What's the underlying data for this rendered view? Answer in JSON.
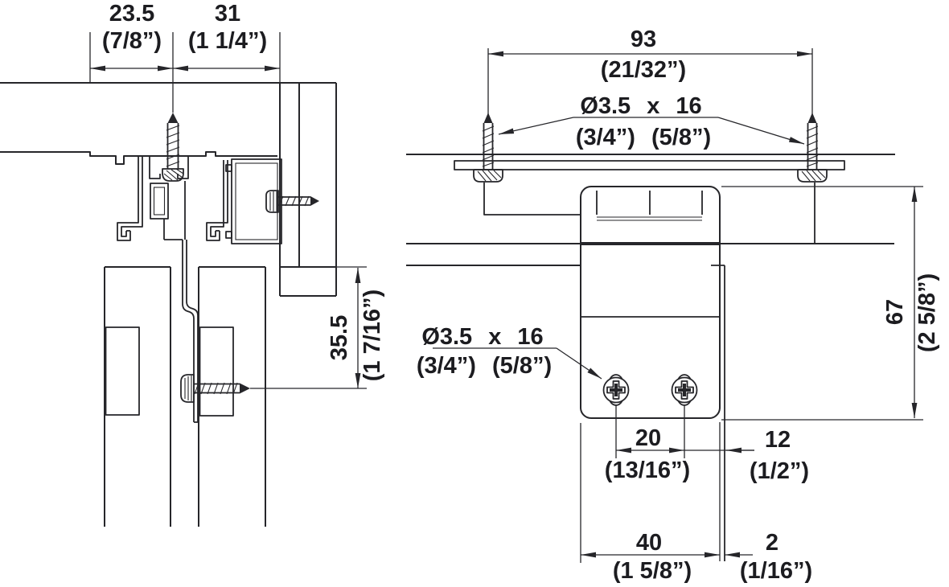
{
  "colors": {
    "ink": "#26262a",
    "background": "#ffffff"
  },
  "left_view": {
    "dim_offset_left": {
      "mm": "23.5",
      "inch": "(7/8”)"
    },
    "dim_offset_right": {
      "mm": "31",
      "inch": "(1 1/4”)"
    },
    "dim_drop": {
      "mm": "35.5",
      "inch": "(1 7/16”)"
    }
  },
  "right_view": {
    "dim_screw_span": {
      "mm": "93",
      "inch": "(21/32”)"
    },
    "screw_spec": {
      "size": "Ø3.5 x 16",
      "inch": "(3/4”) (5/8”)"
    },
    "dim_height": {
      "mm": "67",
      "inch": "(2 5/8”)"
    },
    "dim_hole_spacing": {
      "mm": "20",
      "inch": "(13/16”)"
    },
    "dim_edge_distance": {
      "mm": "12",
      "inch": "(1/2”)"
    },
    "dim_bracket_width": {
      "mm": "40",
      "inch": "(1 5/8”)"
    },
    "dim_reveal_gap": {
      "mm": "2",
      "inch": "(1/16”)"
    }
  }
}
